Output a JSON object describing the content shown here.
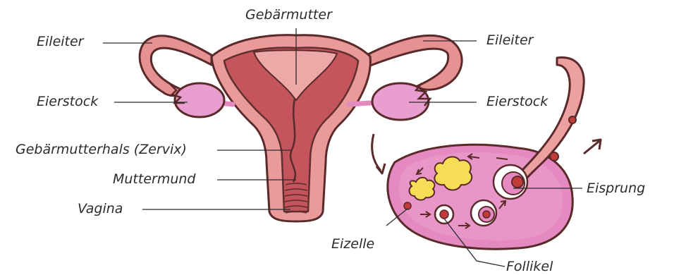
{
  "labels": {
    "uterus": "Gebärmutter",
    "tube_left": "Eileiter",
    "tube_right": "Eileiter",
    "ovary_left": "Eierstock",
    "ovary_right": "Eierstock",
    "cervix": "Gebärmutterhals (Zervix)",
    "os": "Muttermund",
    "vagina": "Vagina",
    "ovulation": "Eisprung",
    "egg": "Eizelle",
    "follicle": "Follikel"
  },
  "colors": {
    "outline": "#5a2a2a",
    "organ_light": "#e99090",
    "organ_dark": "#b4484a",
    "inner_cavity": "#a93a42",
    "ovary_pink": "#e58ac0",
    "ovary_fill": "#e89fd0",
    "follicle_yellow": "#f7dd55",
    "egg_red": "#c23b3b",
    "label_text": "#2b2b2b"
  }
}
